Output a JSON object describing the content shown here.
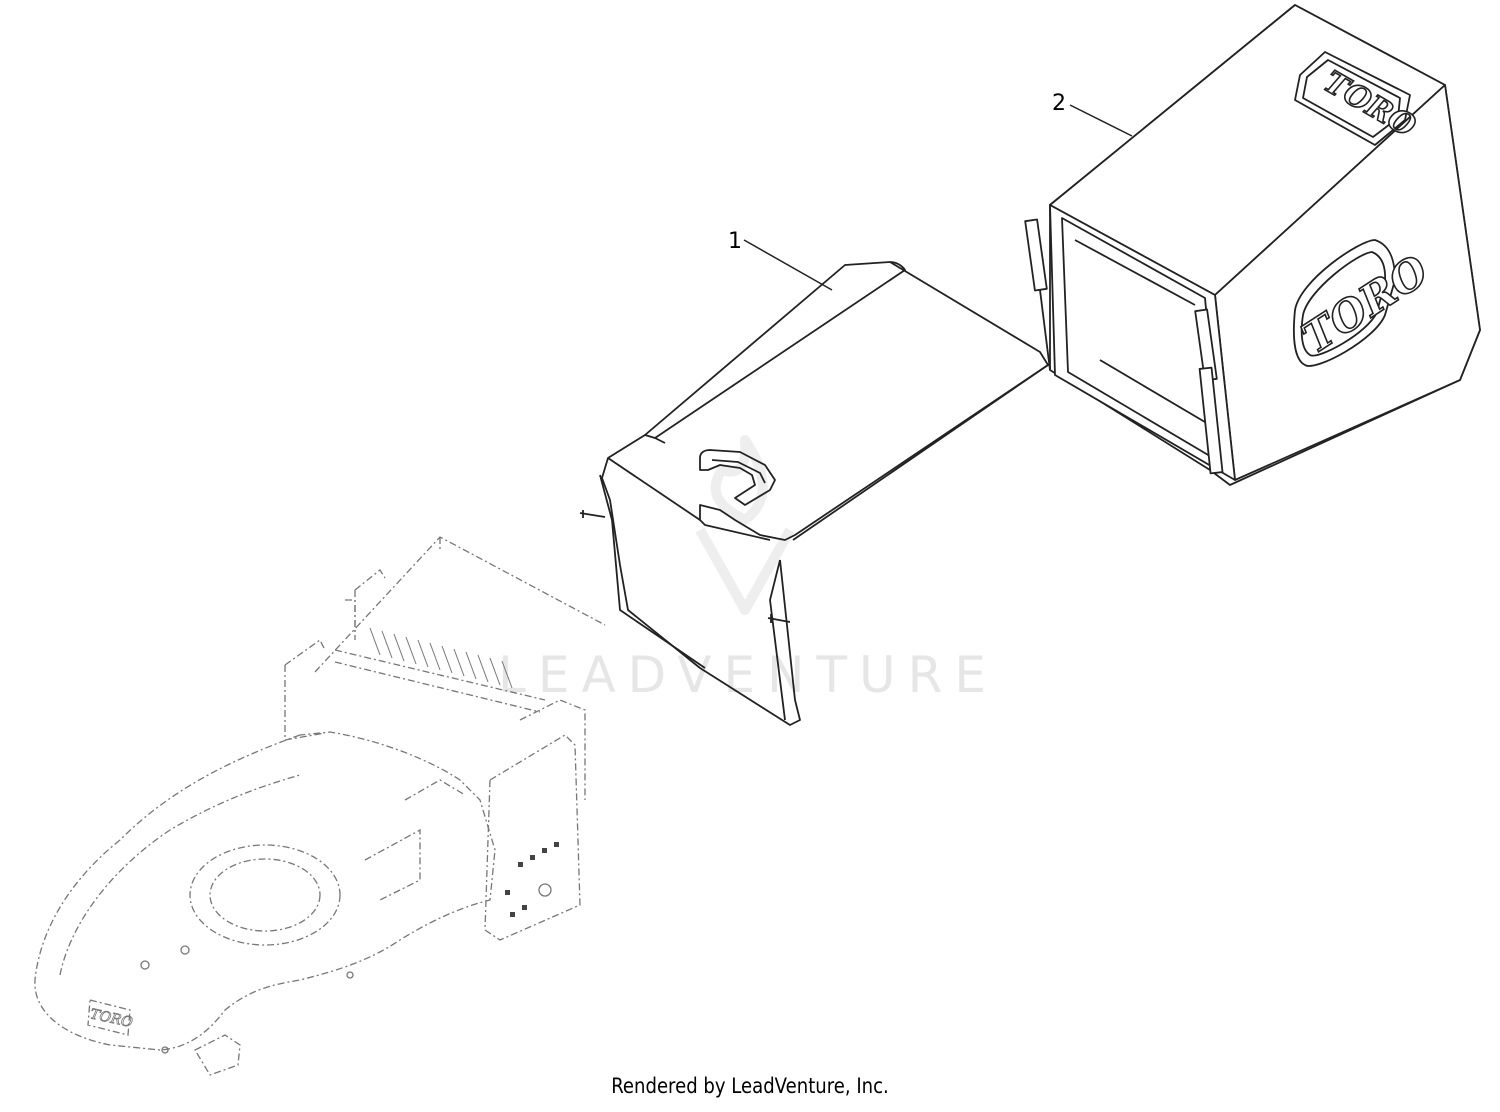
{
  "callouts": [
    {
      "number": "1",
      "part": "bag-frame"
    },
    {
      "number": "2",
      "part": "grass-bag"
    }
  ],
  "bag_logo": {
    "front": "TORO",
    "top": "TORO"
  },
  "deck_logo": "TORO",
  "watermark": "LEADVENTURE",
  "credit": "Rendered by LeadVenture, Inc.",
  "colors": {
    "line": "#222222",
    "phantom_line": "#777777",
    "watermark": "#dcdcdc"
  }
}
